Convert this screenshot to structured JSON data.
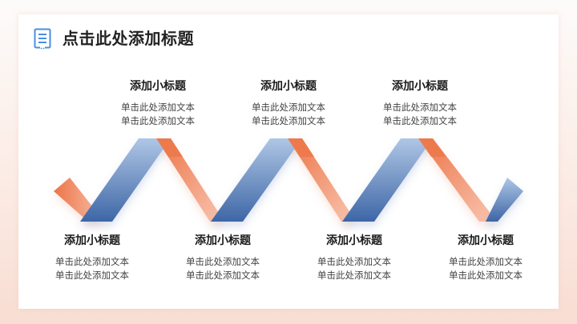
{
  "page": {
    "title": "点击此处添加标题",
    "title_icon": "document-icon",
    "colors": {
      "background_top": "#fdfbfa",
      "background_bottom": "#f8ddd2",
      "card": "#ffffff",
      "accent_blue_light": "#a9c1e2",
      "accent_blue_dark": "#3f67a5",
      "accent_orange_dark": "#ee7a4c",
      "accent_orange_light": "#f8c3ad",
      "icon_blue": "#4a8fe0"
    }
  },
  "top_items": [
    {
      "title": "添加小标题",
      "line1": "单击此处添加文本",
      "line2": "单击此处添加文本"
    },
    {
      "title": "添加小标题",
      "line1": "单击此处添加文本",
      "line2": "单击此处添加文本"
    },
    {
      "title": "添加小标题",
      "line1": "单击此处添加文本",
      "line2": "单击此处添加文本"
    }
  ],
  "bottom_items": [
    {
      "title": "添加小标题",
      "line1": "单击此处添加文本",
      "line2": "单击此处添加文本"
    },
    {
      "title": "添加小标题",
      "line1": "单击此处添加文本",
      "line2": "单击此处添加文本"
    },
    {
      "title": "添加小标题",
      "line1": "单击此处添加文本",
      "line2": "单击此处添加文本"
    },
    {
      "title": "添加小标题",
      "line1": "单击此处添加文本",
      "line2": "单击此处添加文本"
    }
  ]
}
